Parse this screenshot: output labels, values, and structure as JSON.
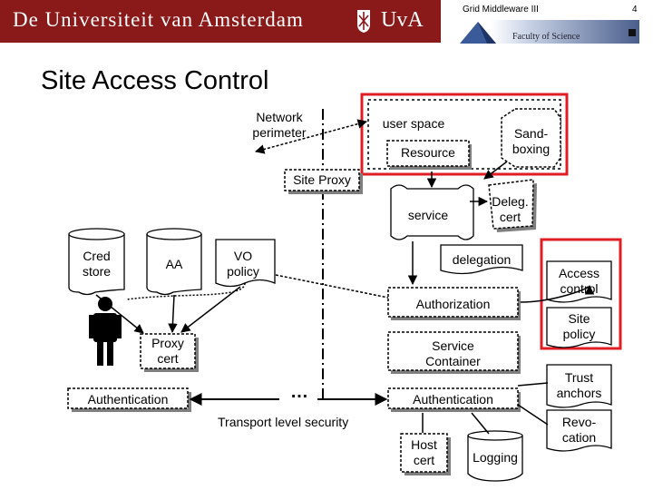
{
  "header": {
    "university_name": "De Universiteit van Amsterdam",
    "university_abbr": "UvA",
    "course": "Grid Middleware III",
    "slide_number": "4",
    "faculty": "Faculty of Science"
  },
  "title": "Site Access Control",
  "labels": {
    "network_perimeter": [
      "Network",
      "perimeter"
    ],
    "user_space": "user space",
    "resource": "Resource",
    "sandboxing": [
      "Sand-",
      "boxing"
    ],
    "site_proxy": "Site Proxy",
    "service": "service",
    "deleg_cert": [
      "Deleg.",
      "cert"
    ],
    "cred_store": [
      "Cred",
      "store"
    ],
    "aa": "AA",
    "vo_policy": [
      "VO",
      "policy"
    ],
    "delegation": "delegation",
    "access_control": [
      "Access",
      "control"
    ],
    "authorization": "Authorization",
    "site_policy": [
      "Site",
      "policy"
    ],
    "proxy_cert": [
      "Proxy",
      "cert"
    ],
    "service_container": [
      "Service",
      "Container"
    ],
    "trust_anchors": [
      "Trust",
      "anchors"
    ],
    "authentication_left": "Authentication",
    "authentication_right": "Authentication",
    "ellipsis": "…",
    "transport_security": "Transport level security",
    "revocation": [
      "Revo-",
      "cation"
    ],
    "host_cert": [
      "Host",
      "cert"
    ],
    "logging": "Logging"
  },
  "colors": {
    "banner": "#8a1a1a",
    "highlight_frame": "#e01c24",
    "box_fill": "#ffffff",
    "shadow": "#7f7f7f"
  }
}
